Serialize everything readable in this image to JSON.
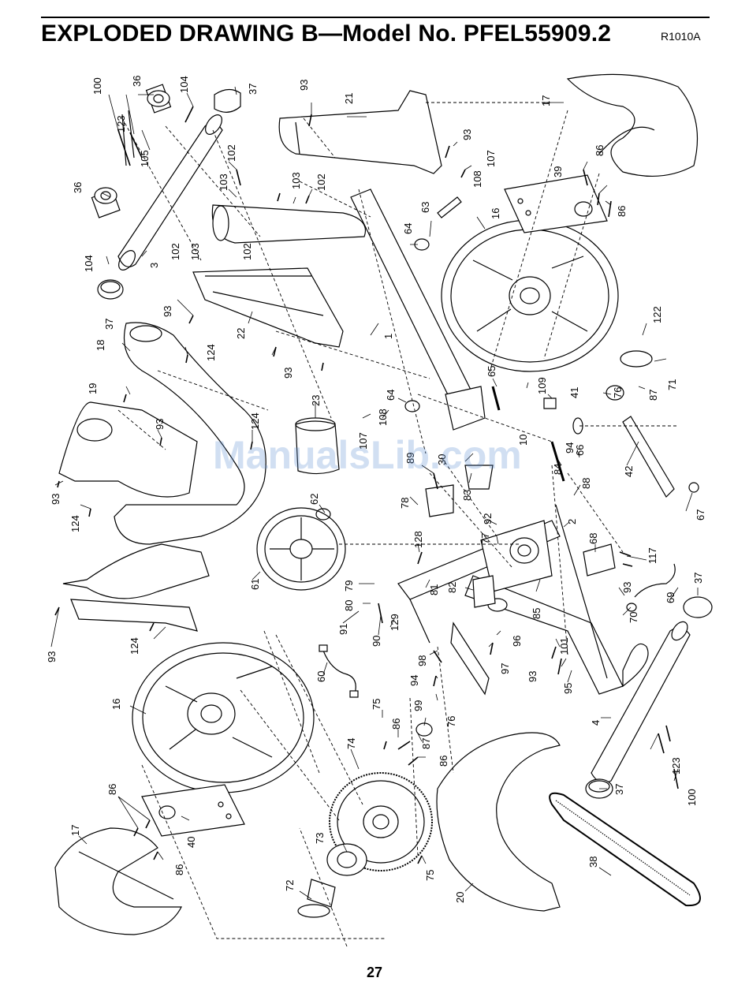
{
  "header": {
    "title": "EXPLODED DRAWING B—Model No. PFEL55909.2",
    "code": "R1010A"
  },
  "footer": {
    "page_number": "27"
  },
  "watermark": {
    "text": "ManualsLib.com"
  },
  "drawing": {
    "stroke_color": "#000000",
    "fill_color": "#ffffff",
    "callouts": [
      {
        "id": "c-100a",
        "label": "100"
      },
      {
        "id": "c-36a",
        "label": "36"
      },
      {
        "id": "c-104a",
        "label": "104"
      },
      {
        "id": "c-37a",
        "label": "37"
      },
      {
        "id": "c-123a",
        "label": "123"
      },
      {
        "id": "c-105",
        "label": "105"
      },
      {
        "id": "c-36b",
        "label": "36"
      },
      {
        "id": "c-104b",
        "label": "104"
      },
      {
        "id": "c-3",
        "label": "3"
      },
      {
        "id": "c-37b",
        "label": "37"
      },
      {
        "id": "c-102a",
        "label": "102"
      },
      {
        "id": "c-103a",
        "label": "103"
      },
      {
        "id": "c-103b",
        "label": "103"
      },
      {
        "id": "c-102b",
        "label": "102"
      },
      {
        "id": "c-102c",
        "label": "102"
      },
      {
        "id": "c-103c",
        "label": "103"
      },
      {
        "id": "c-102d",
        "label": "102"
      },
      {
        "id": "c-93a",
        "label": "93"
      },
      {
        "id": "c-21",
        "label": "21"
      },
      {
        "id": "c-93b",
        "label": "93"
      },
      {
        "id": "c-107a",
        "label": "107"
      },
      {
        "id": "c-108a",
        "label": "108"
      },
      {
        "id": "c-63",
        "label": "63"
      },
      {
        "id": "c-64a",
        "label": "64"
      },
      {
        "id": "c-17a",
        "label": "17"
      },
      {
        "id": "c-86a",
        "label": "86"
      },
      {
        "id": "c-39",
        "label": "39"
      },
      {
        "id": "c-86b",
        "label": "86"
      },
      {
        "id": "c-16a",
        "label": "16"
      },
      {
        "id": "c-93c",
        "label": "93"
      },
      {
        "id": "c-22",
        "label": "22"
      },
      {
        "id": "c-93d",
        "label": "93"
      },
      {
        "id": "c-1",
        "label": "1"
      },
      {
        "id": "c-18",
        "label": "18"
      },
      {
        "id": "c-124a",
        "label": "124"
      },
      {
        "id": "c-122",
        "label": "122"
      },
      {
        "id": "c-71",
        "label": "71"
      },
      {
        "id": "c-87a",
        "label": "87"
      },
      {
        "id": "c-76a",
        "label": "76"
      },
      {
        "id": "c-41",
        "label": "41"
      },
      {
        "id": "c-109",
        "label": "109"
      },
      {
        "id": "c-65",
        "label": "65"
      },
      {
        "id": "c-10",
        "label": "10"
      },
      {
        "id": "c-64b",
        "label": "64"
      },
      {
        "id": "c-108b",
        "label": "108"
      },
      {
        "id": "c-107b",
        "label": "107"
      },
      {
        "id": "c-23",
        "label": "23"
      },
      {
        "id": "c-19",
        "label": "19"
      },
      {
        "id": "c-93e",
        "label": "93"
      },
      {
        "id": "c-124b",
        "label": "124"
      },
      {
        "id": "c-93f",
        "label": "93"
      },
      {
        "id": "c-124c",
        "label": "124"
      },
      {
        "id": "c-89",
        "label": "89"
      },
      {
        "id": "c-30",
        "label": "30"
      },
      {
        "id": "c-84",
        "label": "84"
      },
      {
        "id": "c-94a",
        "label": "94"
      },
      {
        "id": "c-66",
        "label": "66"
      },
      {
        "id": "c-42",
        "label": "42"
      },
      {
        "id": "c-62",
        "label": "62"
      },
      {
        "id": "c-78",
        "label": "78"
      },
      {
        "id": "c-83",
        "label": "83"
      },
      {
        "id": "c-88",
        "label": "88"
      },
      {
        "id": "c-67",
        "label": "67"
      },
      {
        "id": "c-92",
        "label": "92"
      },
      {
        "id": "c-2",
        "label": "2"
      },
      {
        "id": "c-68",
        "label": "68"
      },
      {
        "id": "c-77",
        "label": "77"
      },
      {
        "id": "c-128",
        "label": "128"
      },
      {
        "id": "c-61",
        "label": "61"
      },
      {
        "id": "c-117",
        "label": "117"
      },
      {
        "id": "c-79",
        "label": "79"
      },
      {
        "id": "c-81",
        "label": "81"
      },
      {
        "id": "c-82",
        "label": "82"
      },
      {
        "id": "c-80",
        "label": "80"
      },
      {
        "id": "c-91",
        "label": "91"
      },
      {
        "id": "c-85",
        "label": "85"
      },
      {
        "id": "c-93g",
        "label": "93"
      },
      {
        "id": "c-69",
        "label": "69"
      },
      {
        "id": "c-37c",
        "label": "37"
      },
      {
        "id": "c-70",
        "label": "70"
      },
      {
        "id": "c-90",
        "label": "90"
      },
      {
        "id": "c-129",
        "label": "129"
      },
      {
        "id": "c-93h",
        "label": "93"
      },
      {
        "id": "c-124d",
        "label": "124"
      },
      {
        "id": "c-96",
        "label": "96"
      },
      {
        "id": "c-101",
        "label": "101"
      },
      {
        "id": "c-97",
        "label": "97"
      },
      {
        "id": "c-98",
        "label": "98"
      },
      {
        "id": "c-93i",
        "label": "93"
      },
      {
        "id": "c-60",
        "label": "60"
      },
      {
        "id": "c-95",
        "label": "95"
      },
      {
        "id": "c-94b",
        "label": "94"
      },
      {
        "id": "c-16b",
        "label": "16"
      },
      {
        "id": "c-99",
        "label": "99"
      },
      {
        "id": "c-75a",
        "label": "75"
      },
      {
        "id": "c-86c",
        "label": "86"
      },
      {
        "id": "c-76b",
        "label": "76"
      },
      {
        "id": "c-87b",
        "label": "87"
      },
      {
        "id": "c-4",
        "label": "4"
      },
      {
        "id": "c-74",
        "label": "74"
      },
      {
        "id": "c-86d",
        "label": "86"
      },
      {
        "id": "c-123b",
        "label": "123"
      },
      {
        "id": "c-86e",
        "label": "86"
      },
      {
        "id": "c-37d",
        "label": "37"
      },
      {
        "id": "c-100b",
        "label": "100"
      },
      {
        "id": "c-17b",
        "label": "17"
      },
      {
        "id": "c-40",
        "label": "40"
      },
      {
        "id": "c-86f",
        "label": "86"
      },
      {
        "id": "c-73",
        "label": "73"
      },
      {
        "id": "c-38",
        "label": "38"
      },
      {
        "id": "c-75b",
        "label": "75"
      },
      {
        "id": "c-72",
        "label": "72"
      },
      {
        "id": "c-20",
        "label": "20"
      }
    ]
  }
}
